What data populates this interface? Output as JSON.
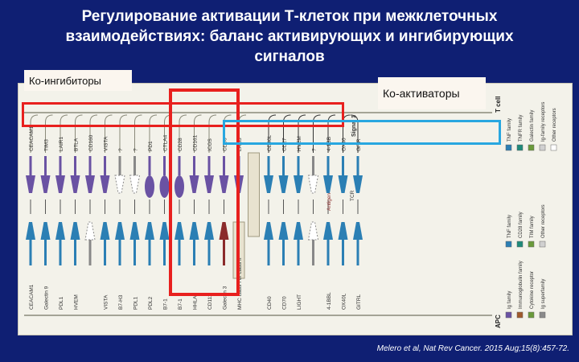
{
  "slide": {
    "title_lines": [
      "Регулирование активации Т-клеток при межклеточных",
      "взаимодействиях: баланс активирующих и ингибирующих",
      "сигналов"
    ],
    "coinhibitors_label": "Ко-ингибиторы",
    "coactivators_label": "Ко-активаторы",
    "citation": "Melero et al, Nat Rev Cancer. 2015 Aug;15(8):457-72."
  },
  "figure": {
    "tcell_label": "T cell",
    "apc_label": "APC",
    "signal_label": "Signal 1",
    "tcr_label": "TCR",
    "antigen_label": "Antigen",
    "top_receptors": [
      "CEACAM1",
      "TIM3",
      "LAIR1",
      "BTLA",
      "CD160",
      "VISTA",
      "?",
      "?",
      "PD1",
      "CTLA4",
      "CD28",
      "CD161",
      "ICOS",
      "CD96",
      "LAG3",
      "",
      "CD40L",
      "CD27",
      "HVEM",
      "?",
      "4-1BB",
      "OX40",
      "GITR"
    ],
    "bottom_ligands": [
      "CEACAM1",
      "Galectin 9",
      "PDL1",
      "HVEM",
      "",
      "VISTA",
      "B7-H3",
      "PDL1",
      "PDL2",
      "B7-1",
      "B7-1",
      "HHLA2",
      "CD112",
      "Galectin 3",
      "MHC class I or class II",
      "",
      "CD40",
      "CD70",
      "LIGHT",
      "",
      "4-1BBL",
      "OX40L",
      "GITRL"
    ],
    "top_legend": [
      "TNF family",
      "TNFR family",
      "Galectin family",
      "Ig-family receptors",
      "Other receptors"
    ],
    "bottom_legend": [
      "TNF family",
      "CD28 family",
      "TIM family",
      "Other receptors"
    ],
    "left_legend": [
      "Ig family",
      "Immunoglobulin family",
      "Cytokine receptor",
      "Ig superfamily"
    ],
    "colors": {
      "slide_bg": "#0f1f73",
      "inhibitory": "#6a52a3",
      "activating": "#2b7fb4",
      "neutral": "#9aa0a6",
      "antigen": "#8b2b2b",
      "highlight_red": "#e8201e",
      "highlight_blue": "#28a7e0"
    }
  }
}
